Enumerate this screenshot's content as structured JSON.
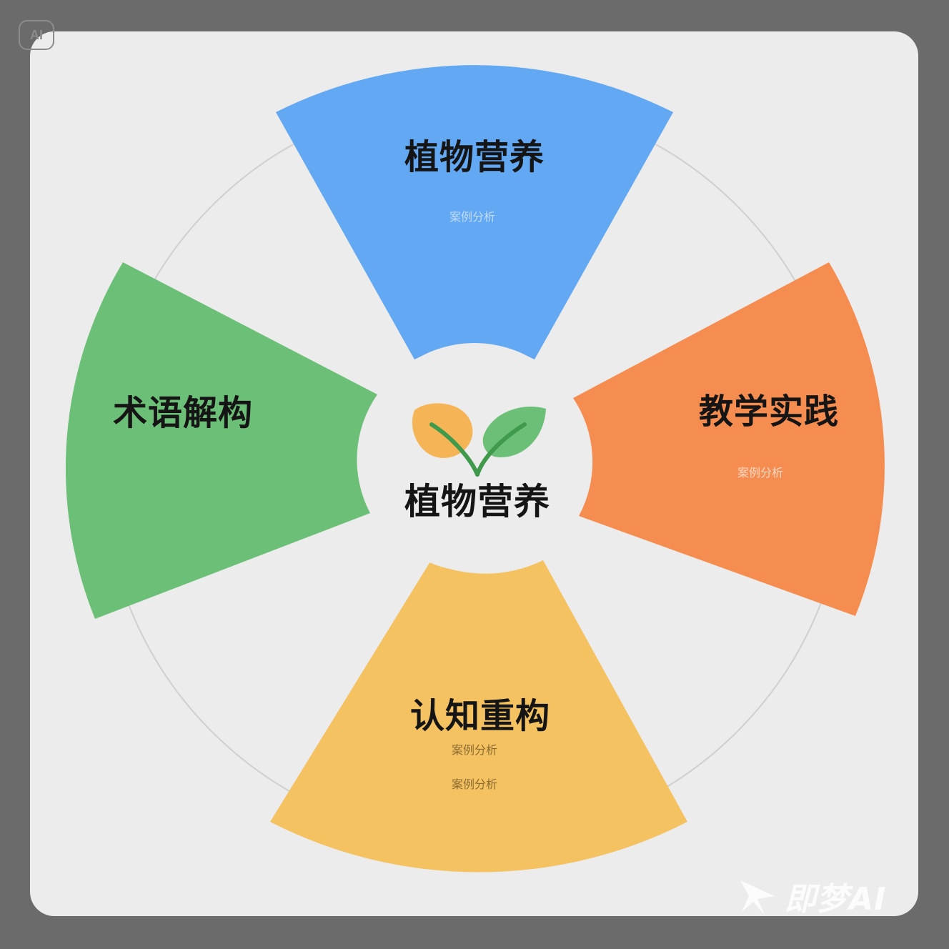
{
  "badge": {
    "label": "AI"
  },
  "center": {
    "label": "植物营养"
  },
  "segments": {
    "top": {
      "title": "植物营养",
      "lines": [
        "案例分析"
      ],
      "color": "#62a8f3"
    },
    "right": {
      "title": "教学实践",
      "lines": [
        "案例分析"
      ],
      "color": "#f68d50"
    },
    "bottom": {
      "title": "认知重构",
      "lines": [
        "案例分析",
        "案例分析"
      ],
      "color": "#f5c262"
    },
    "left": {
      "title": "术语解构",
      "lines": [],
      "color": "#6cbf76"
    }
  },
  "watermark": {
    "text": "即梦AI"
  }
}
